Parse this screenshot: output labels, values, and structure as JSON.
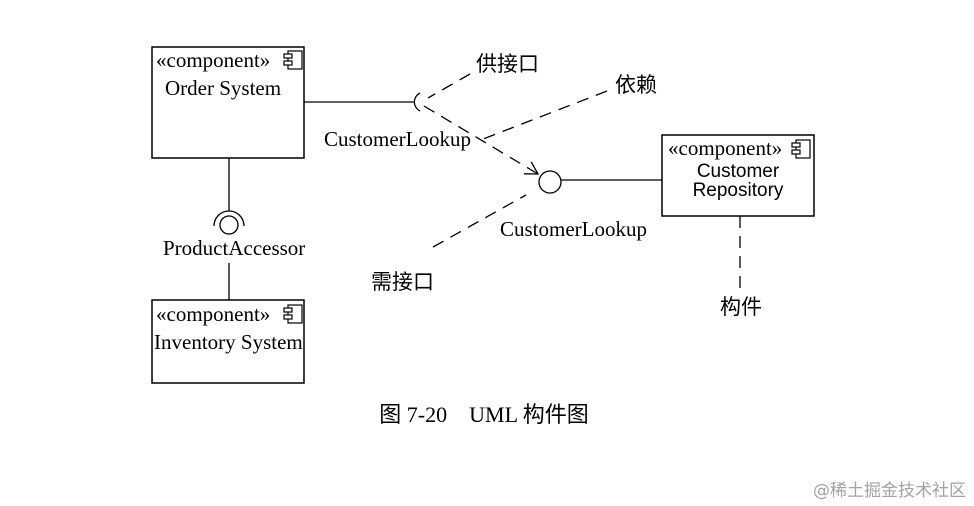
{
  "components": {
    "order_system": {
      "stereotype": "«component»",
      "name": "Order System"
    },
    "customer_repository": {
      "stereotype": "«component»",
      "name_lines": [
        "Customer",
        "Repository"
      ]
    },
    "inventory_system": {
      "stereotype": "«component»",
      "name": "Inventory System"
    }
  },
  "interfaces": {
    "customer_lookup_order_side": "CustomerLookup",
    "customer_lookup_repository_side": "CustomerLookup",
    "product_accessor": "ProductAccessor"
  },
  "annotations": {
    "provided_interface": "供接口",
    "dependency": "依赖",
    "required_interface": "需接口",
    "component": "构件"
  },
  "caption": "图 7-20    UML 构件图",
  "watermark": "@稀土掘金技术社区",
  "icons": {
    "component": "component-icon",
    "interface_ball": "ball-icon",
    "interface_socket": "socket-icon"
  },
  "colors": {
    "ink": "#000000",
    "watermark": "#a3a3a3",
    "background": "#ffffff"
  }
}
